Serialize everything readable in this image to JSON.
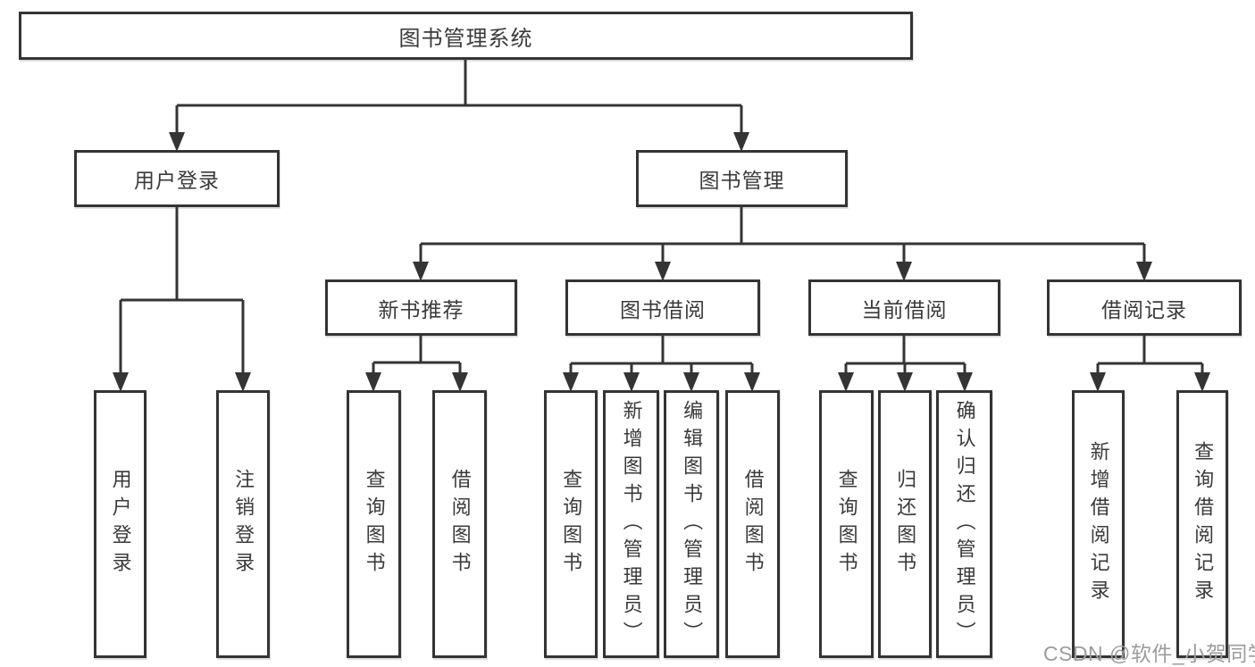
{
  "diagram": {
    "root": "图书管理系统",
    "level2": [
      "用户登录",
      "图书管理"
    ],
    "level3": [
      "新书推荐",
      "图书借阅",
      "当前借阅",
      "借阅记录"
    ],
    "leaves": {
      "user_login": [
        "用户登录",
        "注销登录"
      ],
      "new_book": [
        "查询图书",
        "借阅图书"
      ],
      "book_borrow": [
        "查询图书",
        "新增图书（管理员）",
        "编辑图书（管理员）",
        "借阅图书"
      ],
      "current_borrow": [
        "查询图书",
        "归还图书",
        "确认归还（管理员）"
      ],
      "borrow_records": [
        "新增借阅记录",
        "查询借阅记录"
      ]
    }
  },
  "watermark": {
    "text": "CSDN @软件_小贺同学"
  },
  "colors": {
    "line": "#343434",
    "border": "#343434",
    "text": "#3a3a3a",
    "watermark_text": "#9c9c9c",
    "background": "#ffffff"
  }
}
